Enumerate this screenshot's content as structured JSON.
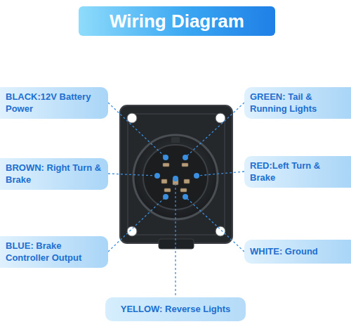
{
  "diagram": {
    "title": "Wiring Diagram",
    "nodes": [
      {
        "text": [
          "BLACK:12V Battery Power"
        ]
      },
      {
        "text": [
          "GREEN: Tail & Running Lights"
        ]
      },
      {
        "text": [
          "BROWN: Right Turn & Brake"
        ]
      },
      {
        "text": [
          "RED:Left Turn & Brake"
        ]
      },
      {
        "text": [
          "BLUE: Brake Controller Output"
        ]
      },
      {
        "text": [
          "WHITE: Ground"
        ]
      },
      {
        "text": [
          "YELLOW: Reverse Lights"
        ]
      }
    ]
  }
}
